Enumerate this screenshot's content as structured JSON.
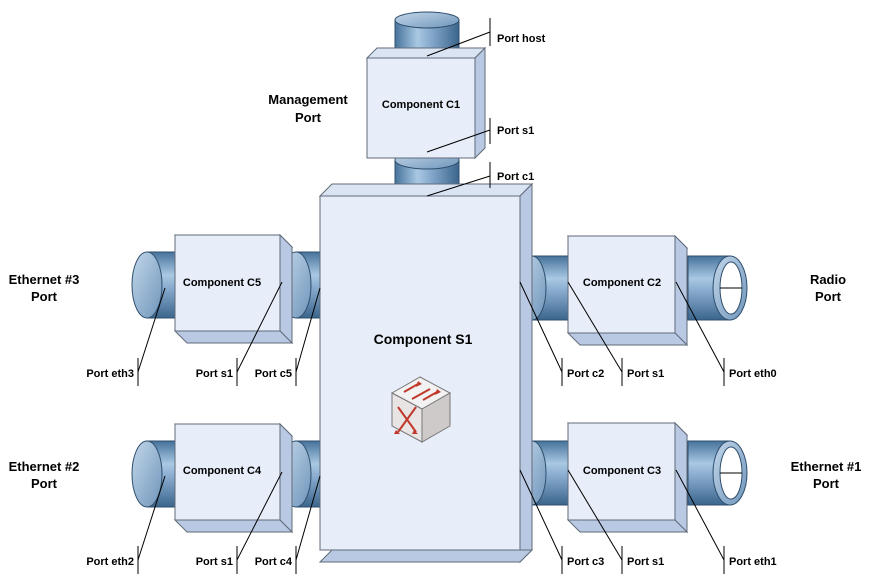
{
  "components": {
    "c1": "Component C1",
    "c2": "Component C2",
    "c3": "Component C3",
    "c4": "Component C4",
    "c5": "Component C5",
    "s1": "Component S1"
  },
  "external": {
    "management": [
      "Management",
      "Port"
    ],
    "radio": [
      "Radio",
      "Port"
    ],
    "eth1": [
      "Ethernet #1",
      "Port"
    ],
    "eth2": [
      "Ethernet #2",
      "Port"
    ],
    "eth3": [
      "Ethernet #3",
      "Port"
    ]
  },
  "ports": {
    "host": "Port host",
    "c1_s1": "Port s1",
    "c1": "Port c1",
    "eth3": "Port eth3",
    "c5_s1": "Port s1",
    "c5": "Port c5",
    "c2": "Port c2",
    "c2_s1": "Port s1",
    "eth0": "Port eth0",
    "eth2": "Port eth2",
    "c4_s1": "Port s1",
    "c4": "Port c4",
    "c3": "Port c3",
    "c3_s1": "Port s1",
    "eth1": "Port eth1"
  },
  "icons": {
    "switch": "switch-cube-icon"
  },
  "colors": {
    "box_face": "#e7eef9",
    "box_side": "#b9c8e3",
    "box_stroke": "#606b7a",
    "pipe_dark": "#3f6b93",
    "pipe_light": "#a9c5e0"
  }
}
